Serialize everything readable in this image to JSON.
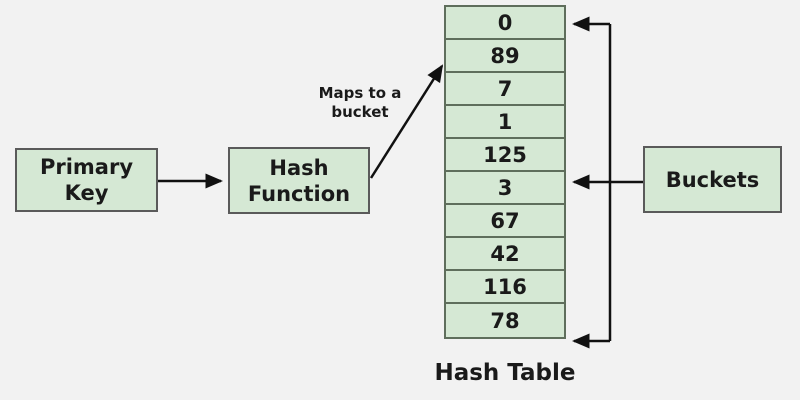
{
  "colors": {
    "background": "#f2f2f2",
    "node_fill": "#d5e8d4",
    "node_border": "#5a5a5a",
    "table_fill": "#d5e8d4",
    "table_border": "#5f6e5c",
    "arrow": "#111111",
    "text": "#1a1a1a"
  },
  "nodes": {
    "primary_key": {
      "label": "Primary Key"
    },
    "hash_function": {
      "label": "Hash Function"
    },
    "buckets": {
      "label": "Buckets"
    }
  },
  "annotations": {
    "maps_to_bucket": "Maps to a bucket"
  },
  "hash_table": {
    "title": "Hash Table",
    "cells": [
      "0",
      "89",
      "7",
      "1",
      "125",
      "3",
      "67",
      "42",
      "116",
      "78"
    ]
  }
}
